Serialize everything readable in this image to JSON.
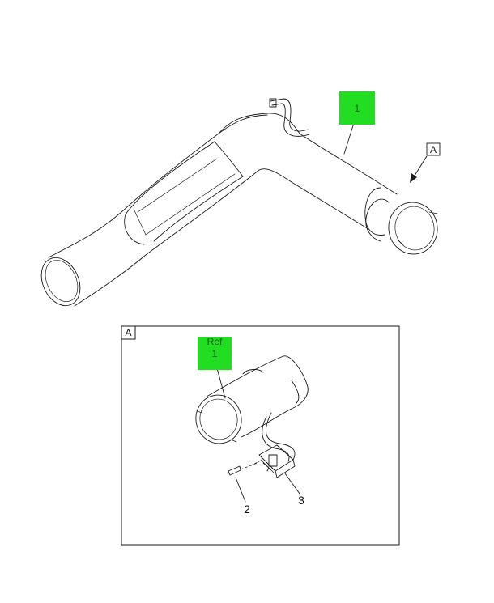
{
  "callouts": {
    "main_part": "1",
    "detail_ref_prefix": "Ref",
    "detail_ref_number": "1",
    "clamp_pin": "2",
    "bracket_isolator": "3"
  },
  "view_labels": {
    "view_pointer": "A",
    "detail_frame": "A"
  },
  "colors": {
    "highlight": "#22dd22",
    "line": "#1a1a1a",
    "background": "#ffffff"
  }
}
